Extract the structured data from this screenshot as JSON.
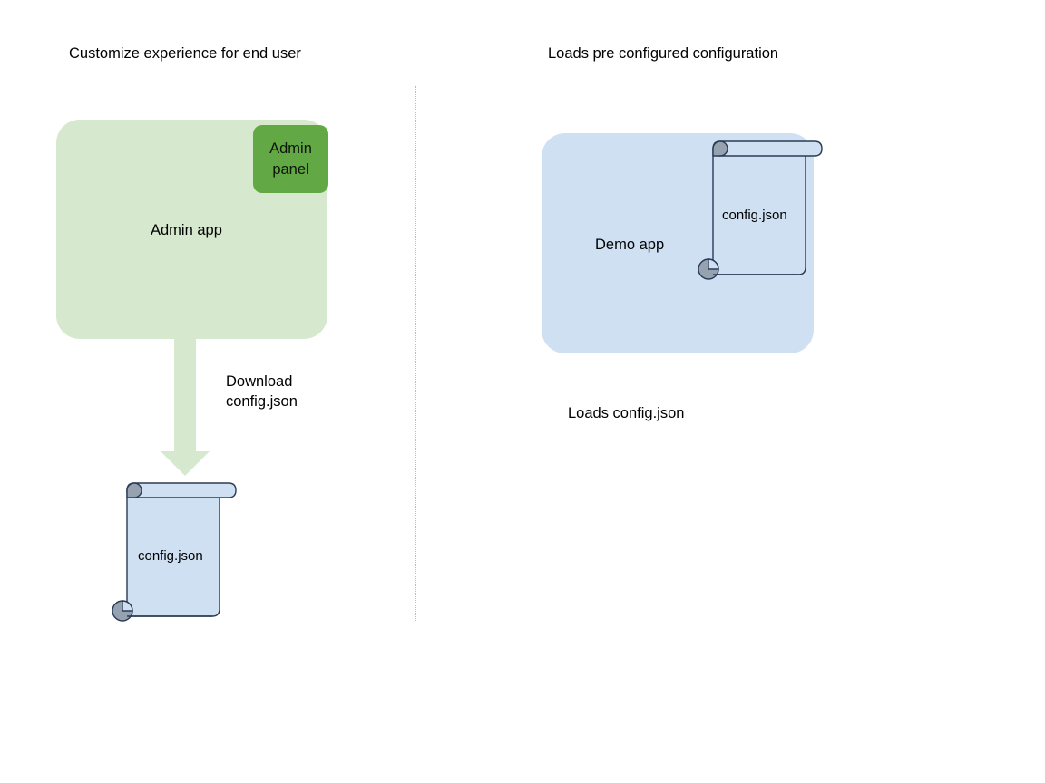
{
  "diagram": {
    "background": "#ffffff",
    "sections": {
      "left": {
        "title": "Customize experience for end user",
        "app": {
          "label": "Admin app",
          "fill": "#d6e8cd"
        },
        "panel": {
          "label": "Admin\npanel",
          "label_line1": "Admin",
          "label_line2": "panel",
          "fill": "#62a845"
        },
        "arrow": {
          "label_line1": "Download",
          "label_line2": "config.json",
          "fill": "#d6e8cd",
          "direction": "down"
        },
        "document": {
          "label": "config.json",
          "fill": "#cfe0f3",
          "stroke": "#2b3a55",
          "curl_fill": "#97a2b0"
        }
      },
      "right": {
        "title": "Loads pre configured configuration",
        "app": {
          "label": "Demo app",
          "fill": "#cfe0f3"
        },
        "document": {
          "label": "config.json",
          "fill": "#cfe0f3",
          "stroke": "#2b3a55",
          "curl_fill": "#97a2b0"
        },
        "caption": "Loads config.json"
      }
    },
    "divider": {
      "style": "dotted",
      "color": "#b9b9c6"
    }
  }
}
